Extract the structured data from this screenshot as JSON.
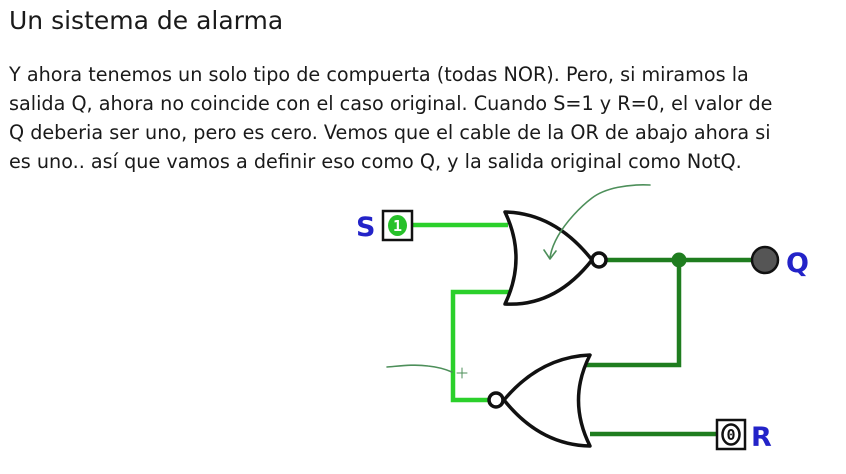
{
  "slide": {
    "title": "Un sistema de alarma",
    "paragraph_lines": [
      "Y ahora tenemos un solo tipo de compuerta (todas NOR). Pero, si miramos la",
      "salida Q, ahora no coincide con el caso original. Cuando S=1 y R=0, el valor de",
      "Q deberia ser uno, pero es cero. Vemos que el cable de la OR de abajo ahora si",
      "es uno.. así que vamos a definir eso como Q, y la salida original como NotQ."
    ]
  },
  "circuit": {
    "input_s": {
      "label": "S",
      "value": "1"
    },
    "input_r": {
      "label": "R",
      "value": "0"
    },
    "output_q": {
      "label": "Q"
    },
    "colors": {
      "wire_on": "#2bd02b",
      "wire_off": "#1f7d1f",
      "bit_on_fill": "#27c12a",
      "label": "#2323c8",
      "output_led": "#555555",
      "annotation_ink": "#4d8f5a"
    }
  }
}
